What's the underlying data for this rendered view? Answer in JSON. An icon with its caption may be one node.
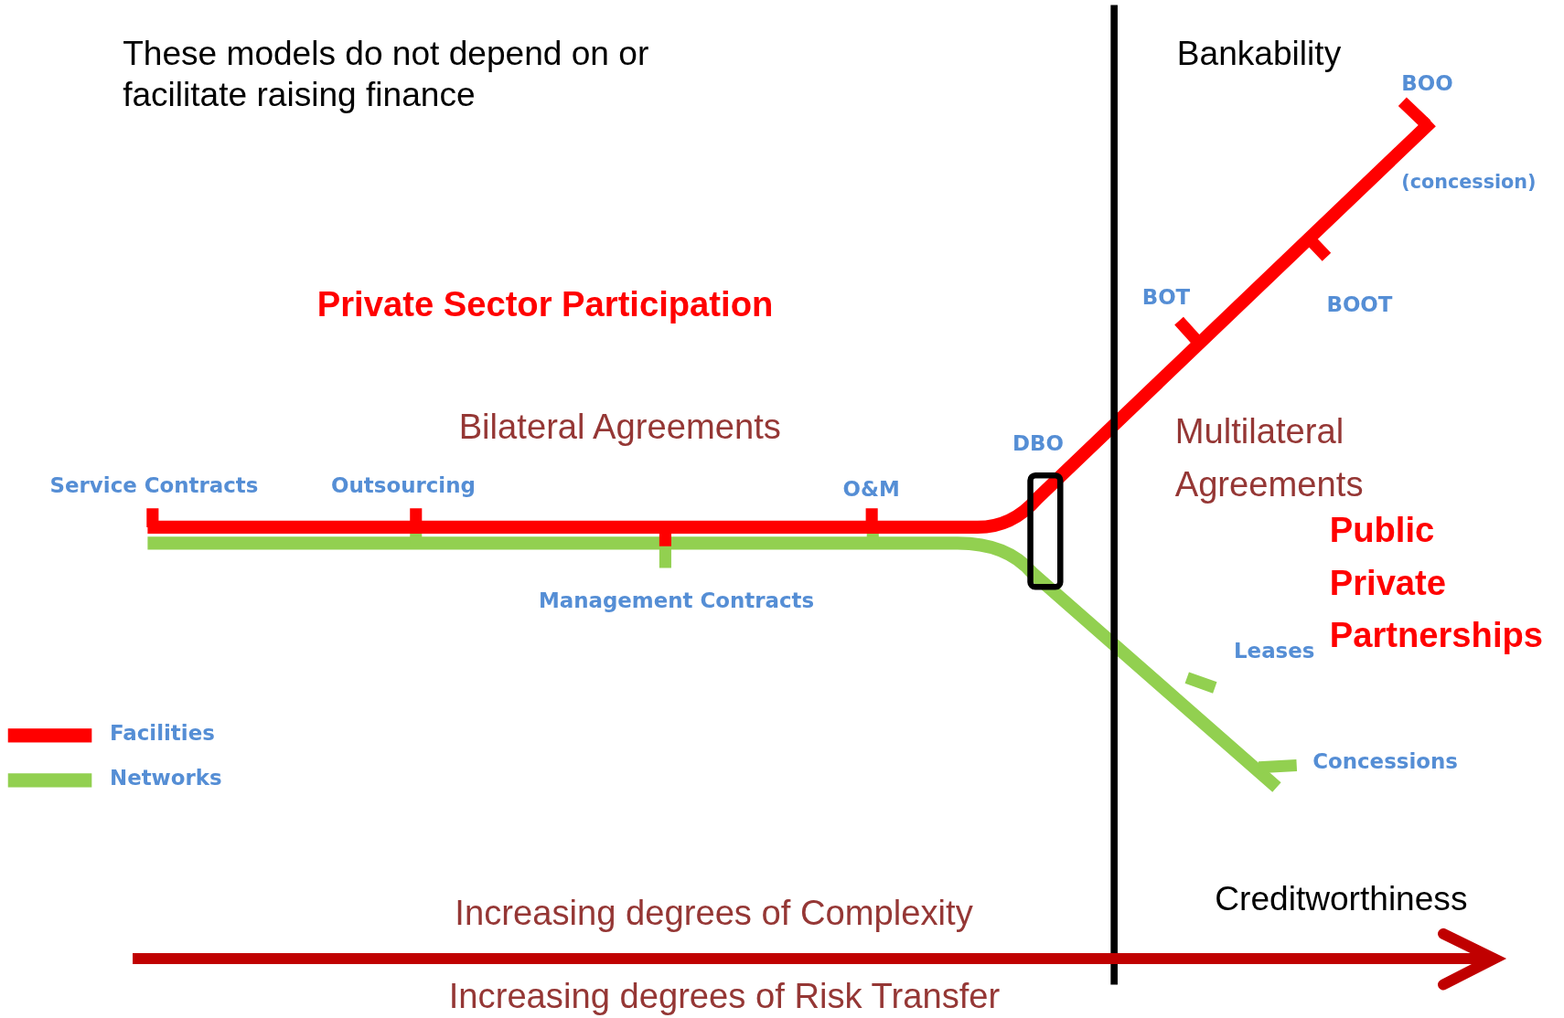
{
  "diagram": {
    "nodes": [
      {
        "text": [],
        "shape": "box",
        "beside": [
          "DBO"
        ]
      }
    ],
    "labels": [
      "These models do not depend on or facilitate raising finance",
      "Bankability",
      "BOO",
      "(concession)",
      "BOT",
      "BOOT",
      "Private Sector Participation",
      "Bilateral Agreements",
      "Multilateral Agreements",
      "Service Contracts",
      "Outsourcing",
      "O&M",
      "Public Private Partnerships",
      "Management Contracts",
      "Leases",
      "Concessions",
      "Creditworthiness",
      "Increasing degrees of Complexity",
      "Increasing degrees of Risk Transfer"
    ],
    "legend": [
      {
        "text": "Facilities",
        "color": "#ff0000"
      },
      {
        "text": "Networks",
        "color": "#92d050"
      }
    ]
  }
}
